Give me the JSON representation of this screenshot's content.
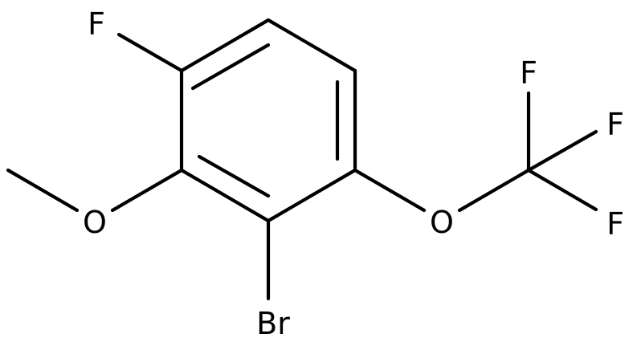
{
  "molecule": {
    "atoms": {
      "f_ring": "F",
      "o_methoxy": "O",
      "br": "Br",
      "o_ether": "O",
      "f_cf3_top": "F",
      "f_cf3_right": "F",
      "f_cf3_bottom": "F"
    }
  }
}
